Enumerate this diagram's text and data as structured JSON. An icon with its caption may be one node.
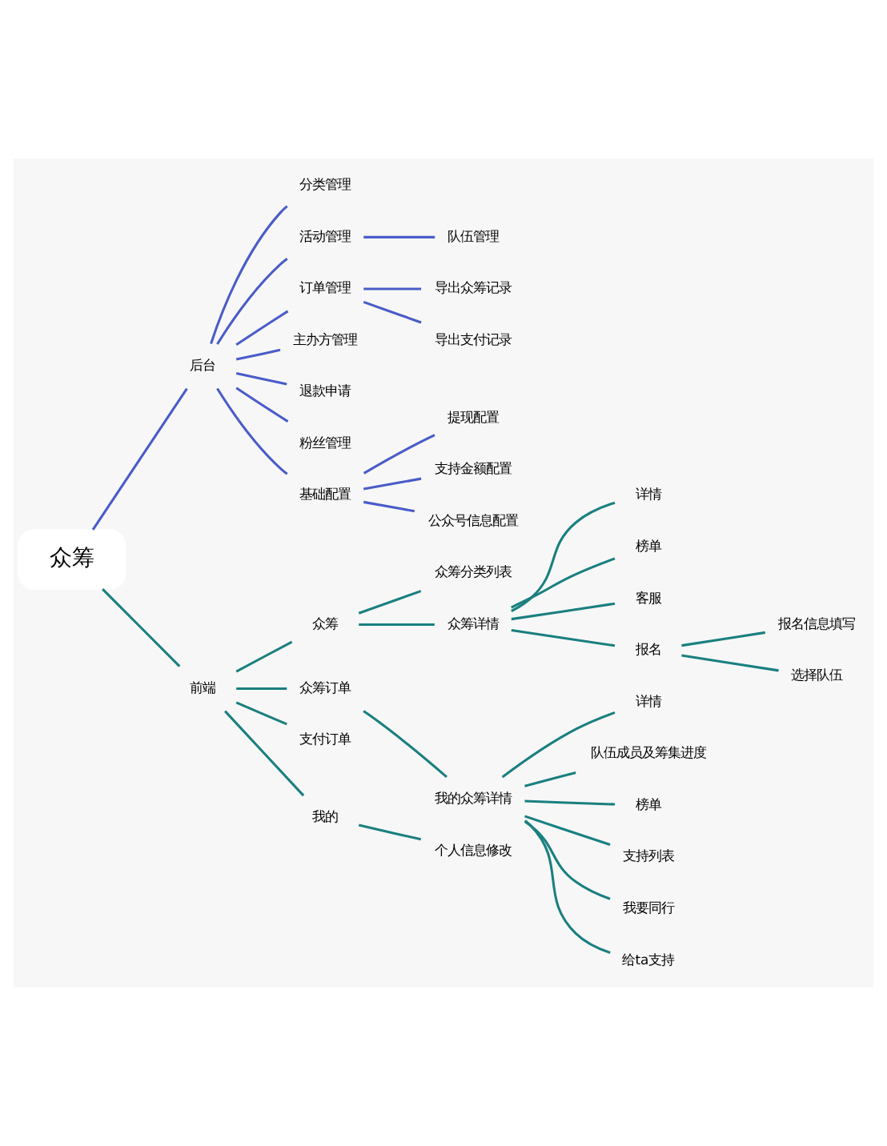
{
  "diagram": {
    "nodes": [
      {
        "text": [
          "众筹"
        ]
      },
      {
        "text": [
          "后台"
        ]
      },
      {
        "text": [
          "分类管理"
        ]
      },
      {
        "text": [
          "活动管理"
        ]
      },
      {
        "text": [
          "队伍管理"
        ]
      },
      {
        "text": [
          "订单管理"
        ]
      },
      {
        "text": [
          "导出众筹记录"
        ]
      },
      {
        "text": [
          "导出支付记录"
        ]
      },
      {
        "text": [
          "主办方管理"
        ]
      },
      {
        "text": [
          "退款申请"
        ]
      },
      {
        "text": [
          "粉丝管理"
        ]
      },
      {
        "text": [
          "基础配置"
        ]
      },
      {
        "text": [
          "提现配置"
        ]
      },
      {
        "text": [
          "支持金额配置"
        ]
      },
      {
        "text": [
          "公众号信息配置"
        ]
      },
      {
        "text": [
          "前端"
        ]
      },
      {
        "text": [
          "众筹"
        ]
      },
      {
        "text": [
          "众筹分类列表"
        ]
      },
      {
        "text": [
          "众筹详情"
        ]
      },
      {
        "text": [
          "详情"
        ]
      },
      {
        "text": [
          "榜单"
        ]
      },
      {
        "text": [
          "客服"
        ]
      },
      {
        "text": [
          "报名"
        ]
      },
      {
        "text": [
          "报名信息填写"
        ]
      },
      {
        "text": [
          "选择队伍"
        ]
      },
      {
        "text": [
          "众筹订单"
        ]
      },
      {
        "text": [
          "我的众筹详情"
        ]
      },
      {
        "text": [
          "详情"
        ]
      },
      {
        "text": [
          "队伍成员及筹集进度"
        ]
      },
      {
        "text": [
          "榜单"
        ]
      },
      {
        "text": [
          "支持列表"
        ]
      },
      {
        "text": [
          "我要同行"
        ]
      },
      {
        "text": [
          "给ta支持"
        ]
      },
      {
        "text": [
          "支付订单"
        ]
      },
      {
        "text": [
          "我的"
        ]
      },
      {
        "text": [
          "个人信息修改"
        ]
      }
    ],
    "edges": [
      {
        "from": 0,
        "to": 1,
        "arrow": "none",
        "color": "#4a5cc8"
      },
      {
        "from": 1,
        "to": 2,
        "arrow": "none",
        "color": "#4a5cc8"
      },
      {
        "from": 1,
        "to": 3,
        "arrow": "none",
        "color": "#4a5cc8"
      },
      {
        "from": 3,
        "to": 4,
        "arrow": "none",
        "color": "#4a5cc8"
      },
      {
        "from": 1,
        "to": 5,
        "arrow": "none",
        "color": "#4a5cc8"
      },
      {
        "from": 5,
        "to": 6,
        "arrow": "none",
        "color": "#4a5cc8"
      },
      {
        "from": 5,
        "to": 7,
        "arrow": "none",
        "color": "#4a5cc8"
      },
      {
        "from": 1,
        "to": 8,
        "arrow": "none",
        "color": "#4a5cc8"
      },
      {
        "from": 1,
        "to": 9,
        "arrow": "none",
        "color": "#4a5cc8"
      },
      {
        "from": 1,
        "to": 10,
        "arrow": "none",
        "color": "#4a5cc8"
      },
      {
        "from": 1,
        "to": 11,
        "arrow": "none",
        "color": "#4a5cc8"
      },
      {
        "from": 11,
        "to": 12,
        "arrow": "none",
        "color": "#4a5cc8"
      },
      {
        "from": 11,
        "to": 13,
        "arrow": "none",
        "color": "#4a5cc8"
      },
      {
        "from": 11,
        "to": 14,
        "arrow": "none",
        "color": "#4a5cc8"
      },
      {
        "from": 0,
        "to": 15,
        "arrow": "none"
      },
      {
        "from": 15,
        "to": 16,
        "arrow": "none"
      },
      {
        "from": 16,
        "to": 17,
        "arrow": "none"
      },
      {
        "from": 16,
        "to": 18,
        "arrow": "none"
      },
      {
        "from": 18,
        "to": 19,
        "arrow": "none"
      },
      {
        "from": 18,
        "to": 20,
        "arrow": "none"
      },
      {
        "from": 18,
        "to": 21,
        "arrow": "none"
      },
      {
        "from": 18,
        "to": 22,
        "arrow": "none"
      },
      {
        "from": 22,
        "to": 23,
        "arrow": "none"
      },
      {
        "from": 22,
        "to": 24,
        "arrow": "none"
      },
      {
        "from": 15,
        "to": 25,
        "arrow": "none"
      },
      {
        "from": 25,
        "to": 26,
        "arrow": "none"
      },
      {
        "from": 26,
        "to": 27,
        "arrow": "none"
      },
      {
        "from": 26,
        "to": 28,
        "arrow": "none"
      },
      {
        "from": 26,
        "to": 29,
        "arrow": "none"
      },
      {
        "from": 26,
        "to": 30,
        "arrow": "none"
      },
      {
        "from": 26,
        "to": 31,
        "arrow": "none"
      },
      {
        "from": 26,
        "to": 32,
        "arrow": "none"
      },
      {
        "from": 15,
        "to": 33,
        "arrow": "none"
      },
      {
        "from": 15,
        "to": 34,
        "arrow": "none"
      },
      {
        "from": 34,
        "to": 35,
        "arrow": "none"
      }
    ]
  }
}
